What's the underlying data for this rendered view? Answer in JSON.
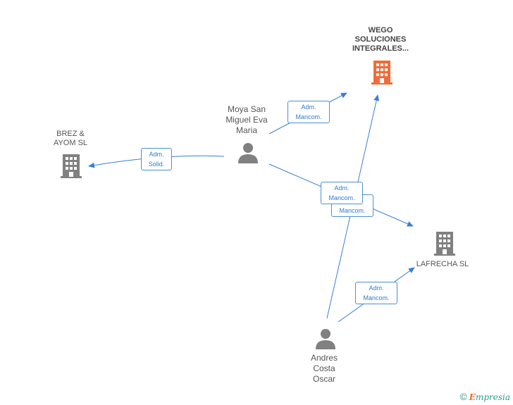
{
  "colors": {
    "edge": "#3a7fd5",
    "company_main": "#f26b38",
    "company": "#808080",
    "person": "#808080"
  },
  "nodes": {
    "wego": {
      "label": "WEGO\nSOLUCIONES\nINTEGRALES...",
      "type": "company",
      "icon": "building-icon"
    },
    "brez": {
      "label": "BREZ &\nAYOM  SL",
      "type": "company",
      "icon": "building-icon"
    },
    "lafrecha": {
      "label": "LAFRECHA  SL",
      "type": "company",
      "icon": "building-icon"
    },
    "moya": {
      "label": "Moya San\nMiguel Eva\nMaria",
      "type": "person",
      "icon": "person-icon"
    },
    "andres": {
      "label": "Andres\nCosta\nOscar",
      "type": "person",
      "icon": "person-icon"
    }
  },
  "edges": {
    "moya_wego": "Adm.\nMancom.",
    "moya_brez": "Adm.\nSolid.",
    "moya_lafrecha": "Adm.\nMancom.",
    "andres_wego": "Mancom.",
    "andres_lafrecha": "Adm.\nMancom."
  },
  "footer": {
    "copyright": "©",
    "brand_initial": "E",
    "brand_rest": "mpresia"
  }
}
